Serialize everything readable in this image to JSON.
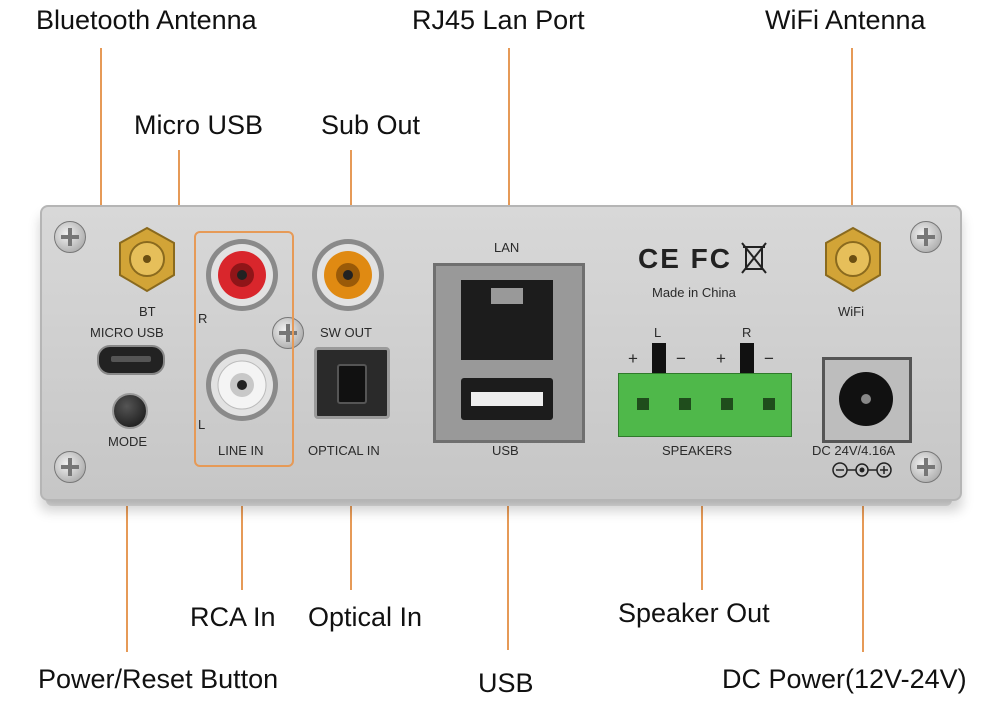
{
  "callouts": {
    "bluetooth_antenna": "Bluetooth Antenna",
    "rj45_lan_port": "RJ45 Lan Port",
    "wifi_antenna": "WiFi Antenna",
    "micro_usb": "Micro USB",
    "sub_out": "Sub Out",
    "rca_in": "RCA In",
    "optical_in": "Optical In",
    "speaker_out": "Speaker Out",
    "power_reset_button": "Power/Reset Button",
    "usb": "USB",
    "dc_power": "DC Power(12V-24V)"
  },
  "panel": {
    "bt": "BT",
    "micro_usb": "MICRO USB",
    "mode": "MODE",
    "r": "R",
    "l": "L",
    "line_in": "LINE IN",
    "sw_out": "SW OUT",
    "optical_in": "OPTICAL IN",
    "lan": "LAN",
    "usb": "USB",
    "cert_marks": "CE FC",
    "made_in": "Made in China",
    "speakers_l": "L",
    "speakers_r": "R",
    "plus": "+",
    "minus": "−",
    "speakers": "SPEAKERS",
    "dc_rating": "DC 24V/4.16A",
    "wifi": "WiFi"
  },
  "colors": {
    "callout_line": "#e69a57",
    "panel": "#d3d3d3",
    "rca_red": "#d9262c",
    "rca_white": "#f0f0f0",
    "sub_out_orange": "#e08a12",
    "terminal_green": "#4fb84a",
    "antenna_gold": "#d2a437"
  }
}
